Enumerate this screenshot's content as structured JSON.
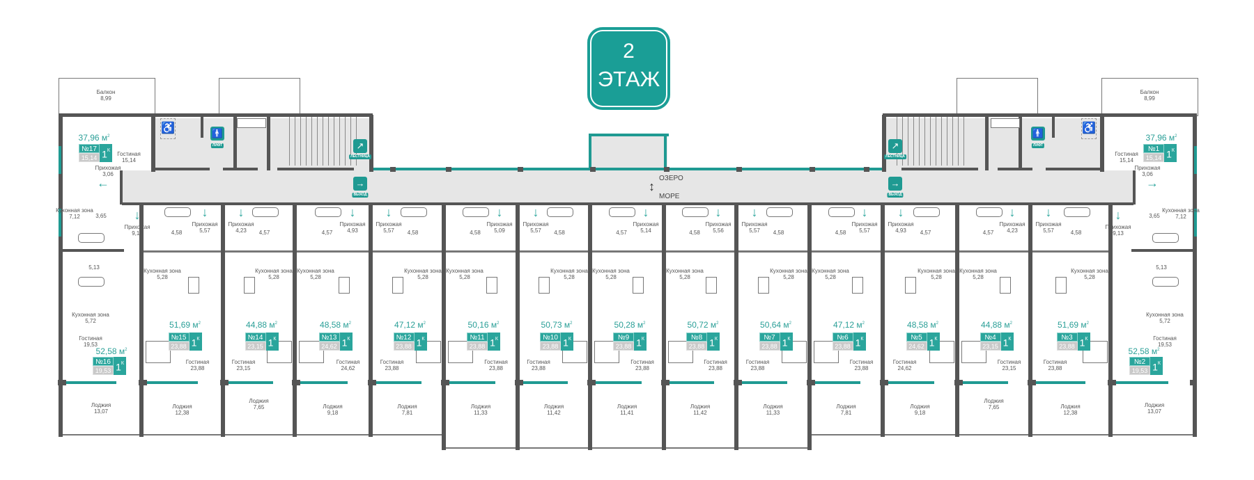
{
  "floor": {
    "number": "2",
    "label": "ЭТАЖ"
  },
  "labels": {
    "living": "Гостиная",
    "hall": "Прихожая",
    "kitchen": "Кухонная зона",
    "loggia": "Лоджия",
    "balcony": "Балкон",
    "area_unit": "м",
    "area_sup": "2",
    "rooms_sup": "К"
  },
  "balconies": {
    "left": "8,99",
    "right": "8,99"
  },
  "core": {
    "lift": "ЛИФТ",
    "stairs": "ЛЕСТНИЦА",
    "exit": "ВЫХОД"
  },
  "icons": [
    "lift-icon",
    "stairs-icon",
    "exit-icon",
    "wheelchair-icon",
    "arrow-down-icon",
    "arrow-left-icon",
    "arrow-right-icon",
    "double-arrow-icon"
  ],
  "corridor": {
    "top": "ОЗЕРО",
    "bottom": "МОРЕ"
  },
  "colors": {
    "accent": "#1a9e96",
    "wall": "#555555",
    "corridor": "#e6e6e6"
  },
  "corner_units": [
    {
      "number": "№17",
      "rooms": "1",
      "area": "37,96",
      "living": "15,14",
      "hall": "3,06",
      "kitchen": "7,12",
      "bath": "3,65"
    },
    {
      "number": "№1",
      "rooms": "1",
      "area": "37,96",
      "living": "15,14",
      "hall": "3,06",
      "kitchen": "7,12",
      "bath": "3,65"
    }
  ],
  "row_units": [
    {
      "number": "№16",
      "rooms": "1",
      "area": "52,58",
      "living": "19,53",
      "hall": "9,13",
      "kitchen": "5,72",
      "bath": "5,13",
      "loggia": "13,07"
    },
    {
      "number": "№15",
      "rooms": "1",
      "area": "51,69",
      "living": "23,88",
      "hall": "5,57",
      "kitchen": "5,28",
      "bath": "4,58",
      "loggia": "12,38"
    },
    {
      "number": "№14",
      "rooms": "1",
      "area": "44,88",
      "living": "23,15",
      "hall": "4,23",
      "kitchen": "5,28",
      "bath": "4,57",
      "loggia": "7,65"
    },
    {
      "number": "№13",
      "rooms": "1",
      "area": "48,58",
      "living": "24,62",
      "hall": "4,93",
      "kitchen": "5,28",
      "bath": "4,57",
      "loggia": "9,18"
    },
    {
      "number": "№12",
      "rooms": "1",
      "area": "47,12",
      "living": "23,88",
      "hall": "5,57",
      "kitchen": "5,28",
      "bath": "4,58",
      "loggia": "7,81"
    },
    {
      "number": "№11",
      "rooms": "1",
      "area": "50,16",
      "living": "23,88",
      "hall": "5,09",
      "kitchen": "5,28",
      "bath": "4,58",
      "loggia": "11,33"
    },
    {
      "number": "№10",
      "rooms": "1",
      "area": "50,73",
      "living": "23,88",
      "hall": "5,57",
      "kitchen": "5,28",
      "bath": "4,58",
      "loggia": "11,42"
    },
    {
      "number": "№9",
      "rooms": "1",
      "area": "50,28",
      "living": "23,88",
      "hall": "5,14",
      "kitchen": "5,28",
      "bath": "4,57",
      "loggia": "11,41"
    },
    {
      "number": "№8",
      "rooms": "1",
      "area": "50,72",
      "living": "23,88",
      "hall": "5,56",
      "kitchen": "5,28",
      "bath": "4,58",
      "loggia": "11,42"
    },
    {
      "number": "№7",
      "rooms": "1",
      "area": "50,64",
      "living": "23,88",
      "hall": "5,57",
      "kitchen": "5,28",
      "bath": "4,58",
      "loggia": "11,33"
    },
    {
      "number": "№6",
      "rooms": "1",
      "area": "47,12",
      "living": "23,88",
      "hall": "5,57",
      "kitchen": "5,28",
      "bath": "4,58",
      "loggia": "7,81"
    },
    {
      "number": "№5",
      "rooms": "1",
      "area": "48,58",
      "living": "24,62",
      "hall": "4,93",
      "kitchen": "5,28",
      "bath": "4,57",
      "loggia": "9,18"
    },
    {
      "number": "№4",
      "rooms": "1",
      "area": "44,88",
      "living": "23,15",
      "hall": "4,23",
      "kitchen": "5,28",
      "bath": "4,57",
      "loggia": "7,65"
    },
    {
      "number": "№3",
      "rooms": "1",
      "area": "51,69",
      "living": "23,88",
      "hall": "5,57",
      "kitchen": "5,28",
      "bath": "4,58",
      "loggia": "12,38"
    },
    {
      "number": "№2",
      "rooms": "1",
      "area": "52,58",
      "living": "19,53",
      "hall": "9,13",
      "kitchen": "5,72",
      "bath": "5,13",
      "loggia": "13,07"
    }
  ]
}
